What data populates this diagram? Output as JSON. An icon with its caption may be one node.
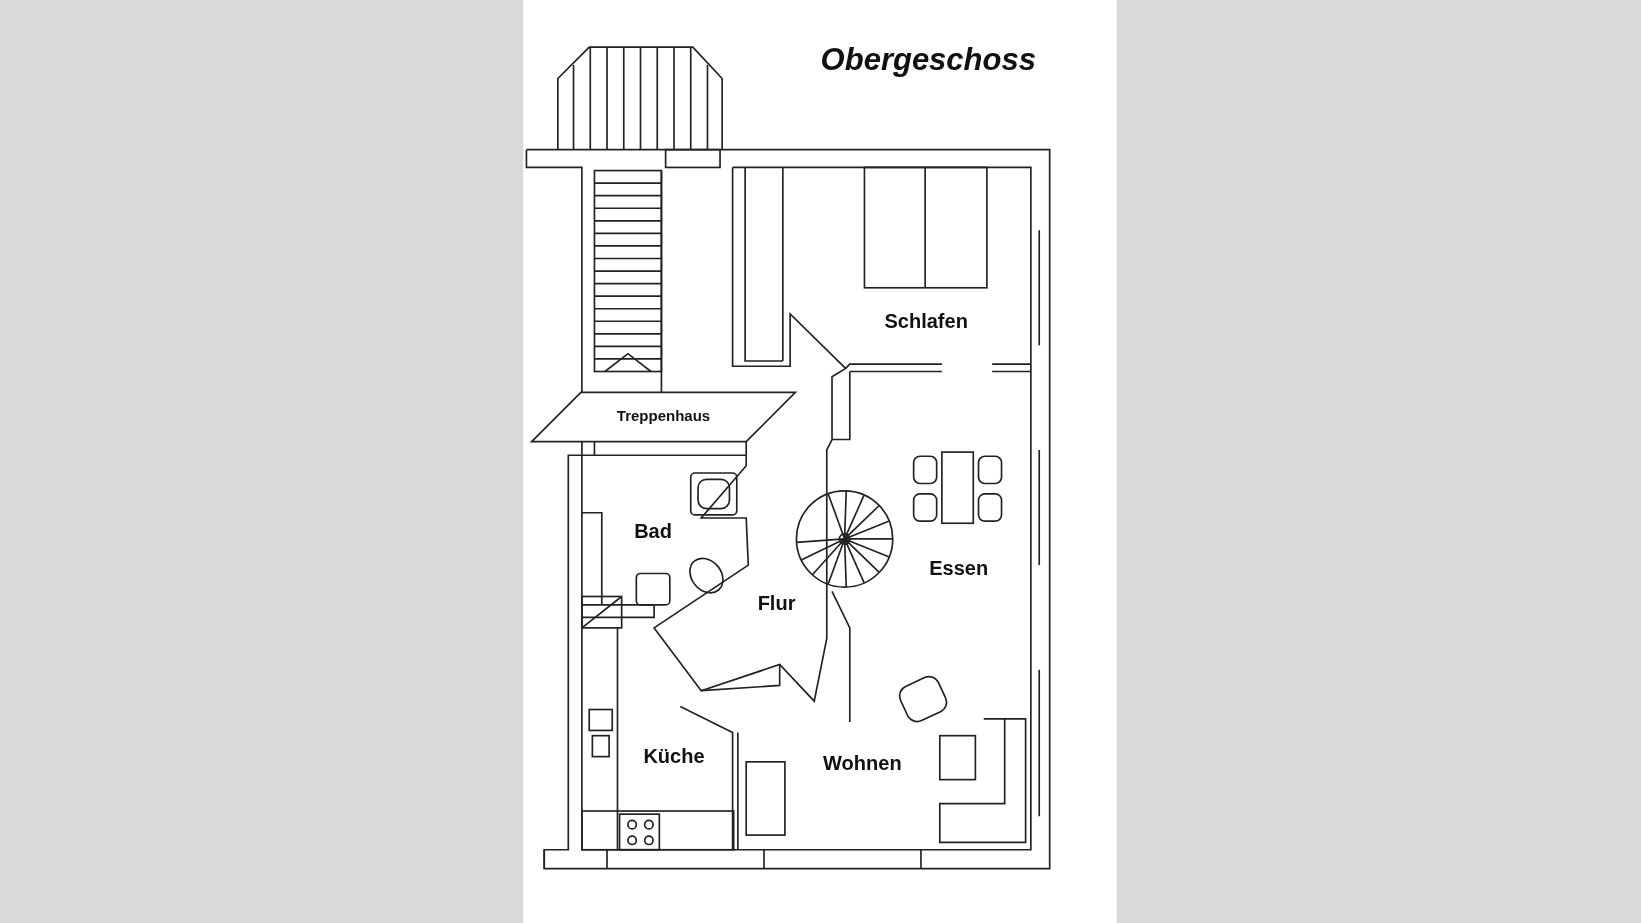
{
  "diagram": {
    "title": "Obergeschoss",
    "labels": [
      "Schlafen",
      "Treppenhaus",
      "Bad",
      "Essen",
      "Flur",
      "Küche",
      "Wohnen"
    ]
  }
}
